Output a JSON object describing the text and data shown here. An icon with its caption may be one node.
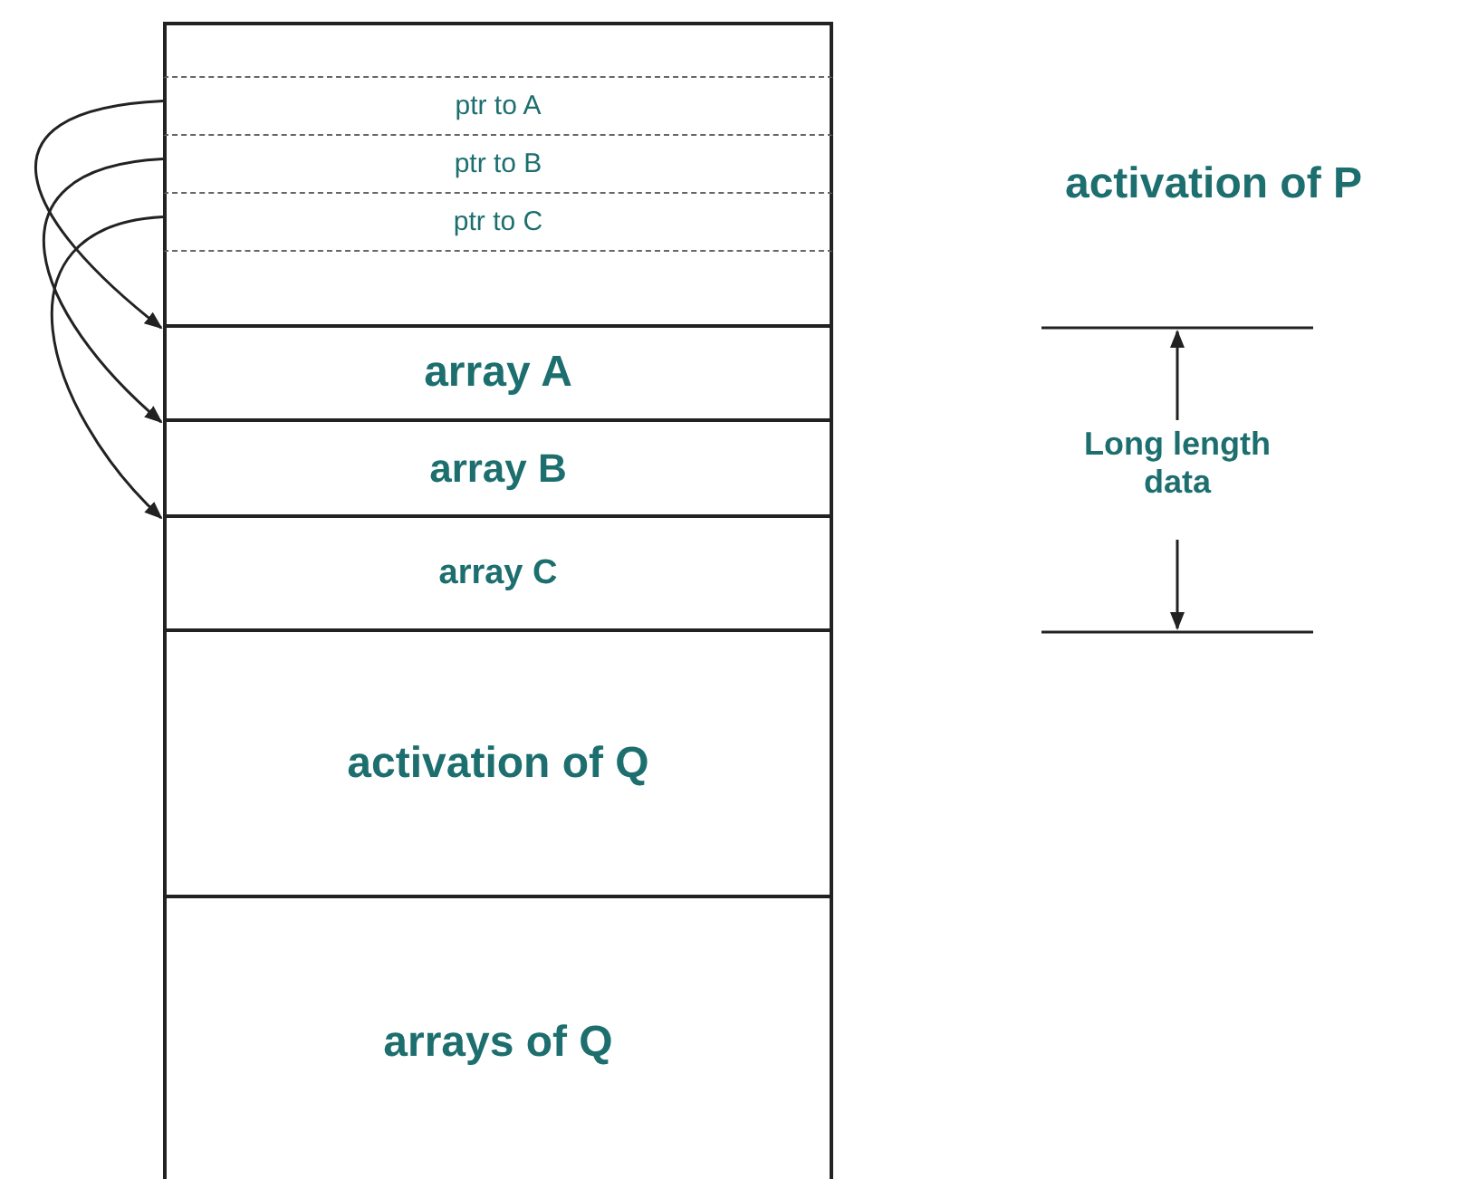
{
  "diagram": {
    "nodes": [
      {
        "text": [],
        "shape": "box"
      },
      {
        "text": [
          "ptr to A"
        ]
      },
      {
        "text": [
          "ptr to B"
        ]
      },
      {
        "text": [
          "ptr to C"
        ]
      },
      {
        "text": [],
        "shape": "box"
      },
      {
        "text": [
          "array A"
        ]
      },
      {
        "text": [
          "array B"
        ]
      },
      {
        "text": [
          "array C"
        ]
      },
      {
        "text": [
          "activation of Q"
        ]
      },
      {
        "text": [
          "arrays of Q"
        ]
      }
    ],
    "edges": [
      {
        "from": 1,
        "to": 5,
        "arrow": "to"
      },
      {
        "from": 2,
        "to": 6,
        "arrow": "to"
      },
      {
        "from": 3,
        "to": 7,
        "arrow": "to"
      }
    ],
    "labels": [
      "activation of P",
      "Long length data"
    ]
  }
}
